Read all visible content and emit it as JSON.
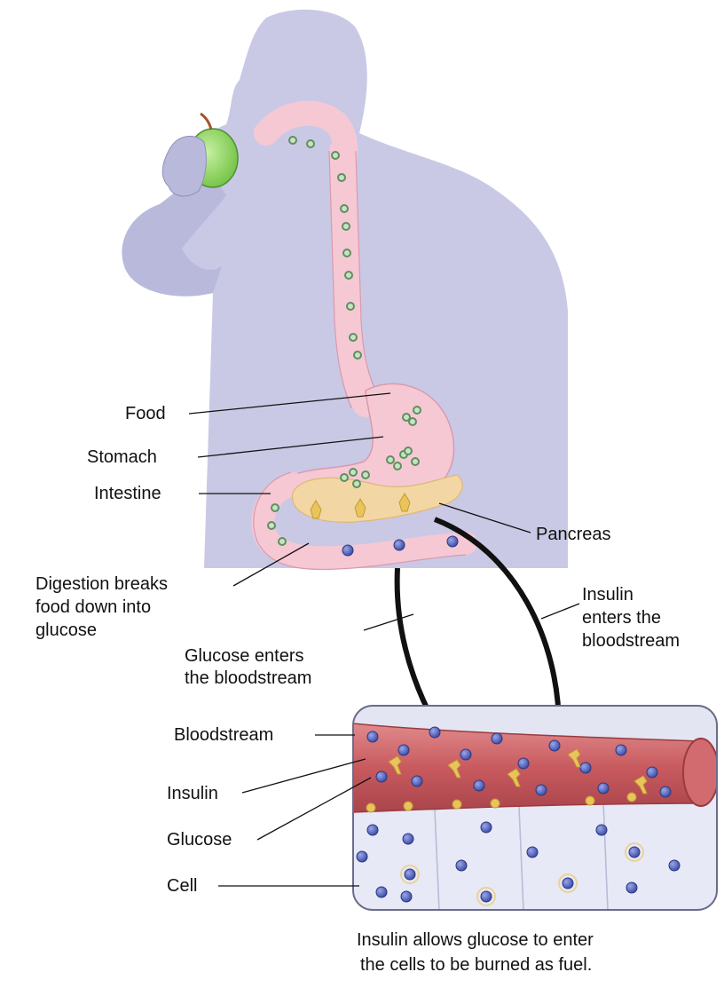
{
  "labels": {
    "food": "Food",
    "stomach": "Stomach",
    "intestine": "Intestine",
    "pancreas": "Pancreas",
    "digestion_line1": "Digestion breaks",
    "digestion_line2": "food down into",
    "digestion_line3": "glucose",
    "glucose_enters_line1": "Glucose enters",
    "glucose_enters_line2": "the bloodstream",
    "insulin_enters_line1": "Insulin",
    "insulin_enters_line2": "enters the",
    "insulin_enters_line3": "bloodstream",
    "bloodstream": "Bloodstream",
    "insulin": "Insulin",
    "glucose": "Glucose",
    "cell": "Cell"
  },
  "caption": {
    "line1": "Insulin allows glucose to enter",
    "line2": "the cells to be burned as fuel."
  },
  "colors": {
    "body": "#c9c9e6",
    "digestive_tract": "#f6c8d4",
    "tract_outline": "#d89aae",
    "food_particle": "#6b9a6b",
    "pancreas": "#f2d7a4",
    "blood_vessel": "#c85a5e",
    "glucose_molecule": "#4d5bb3",
    "insulin_molecule": "#e8c45a",
    "cell": "#e3e5f2",
    "apple": "#8fd06a"
  }
}
